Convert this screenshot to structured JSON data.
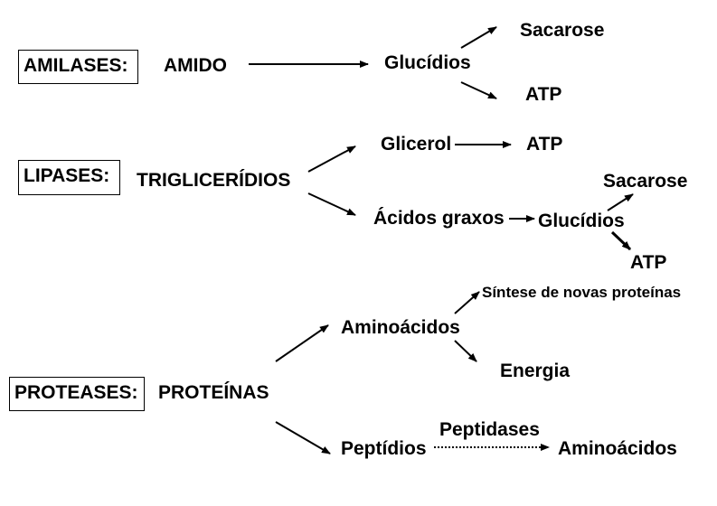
{
  "amilases": {
    "enzyme": "AMILASES:",
    "substrate": "AMIDO",
    "product": "Glucídios",
    "branch_top": "Sacarose",
    "branch_bottom": "ATP"
  },
  "lipases": {
    "enzyme": "LIPASES:",
    "substrate": "TRIGLICERÍDIOS",
    "glicerol": "Glicerol",
    "glicerol_product": "ATP",
    "acidos": "Ácidos graxos",
    "glucidios": "Glucídios",
    "sacarose": "Sacarose",
    "atp": "ATP"
  },
  "proteases": {
    "enzyme": "PROTEASES:",
    "substrate": "PROTEÍNAS",
    "aminoacidos": "Aminoácidos",
    "sintese": "Síntese de novas proteínas",
    "energia": "Energia",
    "peptidios": "Peptídios",
    "peptidases": "Peptidases",
    "aminoacidos_final": "Aminoácidos"
  }
}
